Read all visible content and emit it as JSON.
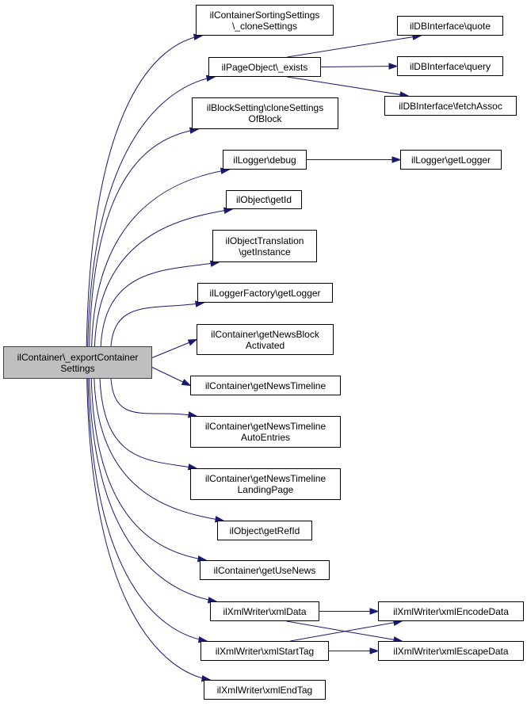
{
  "diagram": {
    "type": "call-graph",
    "colors": {
      "edge": "#191970",
      "root_fill": "#bfbfbf",
      "node_fill": "#ffffff",
      "border": "#000000"
    },
    "root": {
      "id": "root",
      "label": "ilContainer\\_exportContainer\nSettings"
    },
    "nodes": [
      {
        "id": "n1",
        "label": "ilContainerSortingSettings\n\\_cloneSettings"
      },
      {
        "id": "n2",
        "label": "ilPageObject\\_exists"
      },
      {
        "id": "n3",
        "label": "ilBlockSetting\\cloneSettings\nOfBlock"
      },
      {
        "id": "n4",
        "label": "ilLogger\\debug"
      },
      {
        "id": "n5",
        "label": "ilObject\\getId"
      },
      {
        "id": "n6",
        "label": "ilObjectTranslation\n\\getInstance"
      },
      {
        "id": "n7",
        "label": "ilLoggerFactory\\getLogger"
      },
      {
        "id": "n8",
        "label": "ilContainer\\getNewsBlock\nActivated"
      },
      {
        "id": "n9",
        "label": "ilContainer\\getNewsTimeline"
      },
      {
        "id": "n10",
        "label": "ilContainer\\getNewsTimeline\nAutoEntries"
      },
      {
        "id": "n11",
        "label": "ilContainer\\getNewsTimeline\nLandingPage"
      },
      {
        "id": "n12",
        "label": "ilObject\\getRefId"
      },
      {
        "id": "n13",
        "label": "ilContainer\\getUseNews"
      },
      {
        "id": "n14",
        "label": "ilXmlWriter\\xmlData"
      },
      {
        "id": "n15",
        "label": "ilXmlWriter\\xmlStartTag"
      },
      {
        "id": "n16",
        "label": "ilXmlWriter\\xmlEndTag"
      },
      {
        "id": "n17",
        "label": "ilDBInterface\\quote"
      },
      {
        "id": "n18",
        "label": "ilDBInterface\\query"
      },
      {
        "id": "n19",
        "label": "ilDBInterface\\fetchAssoc"
      },
      {
        "id": "n20",
        "label": "ilLogger\\getLogger"
      },
      {
        "id": "n21",
        "label": "ilXmlWriter\\xmlEncodeData"
      },
      {
        "id": "n22",
        "label": "ilXmlWriter\\xmlEscapeData"
      }
    ],
    "edges": [
      [
        "root",
        "n1"
      ],
      [
        "root",
        "n2"
      ],
      [
        "root",
        "n3"
      ],
      [
        "root",
        "n4"
      ],
      [
        "root",
        "n5"
      ],
      [
        "root",
        "n6"
      ],
      [
        "root",
        "n7"
      ],
      [
        "root",
        "n8"
      ],
      [
        "root",
        "n9"
      ],
      [
        "root",
        "n10"
      ],
      [
        "root",
        "n11"
      ],
      [
        "root",
        "n12"
      ],
      [
        "root",
        "n13"
      ],
      [
        "root",
        "n14"
      ],
      [
        "root",
        "n15"
      ],
      [
        "root",
        "n16"
      ],
      [
        "n2",
        "n17"
      ],
      [
        "n2",
        "n18"
      ],
      [
        "n2",
        "n19"
      ],
      [
        "n4",
        "n20"
      ],
      [
        "n14",
        "n21"
      ],
      [
        "n14",
        "n22"
      ],
      [
        "n15",
        "n21"
      ],
      [
        "n15",
        "n22"
      ]
    ]
  }
}
